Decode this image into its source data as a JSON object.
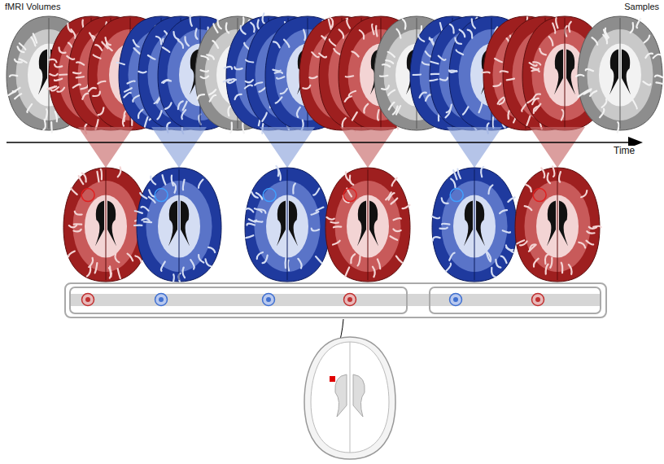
{
  "diagram": {
    "labels": [
      "fMRI Volumes",
      "Samples",
      "Time"
    ]
  }
}
